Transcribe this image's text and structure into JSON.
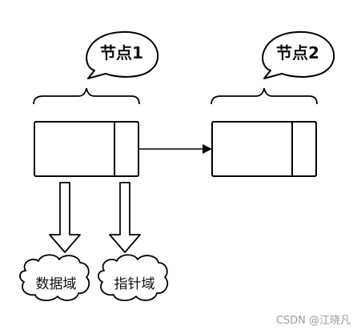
{
  "nodes": [
    {
      "label": "节点1"
    },
    {
      "label": "节点2"
    }
  ],
  "fields": {
    "data": "数据域",
    "pointer": "指针域"
  },
  "watermark": "CSDN @江晓凡",
  "colors": {
    "stroke": "#000000",
    "text": "#111111",
    "watermark": "#9a9a9a"
  }
}
